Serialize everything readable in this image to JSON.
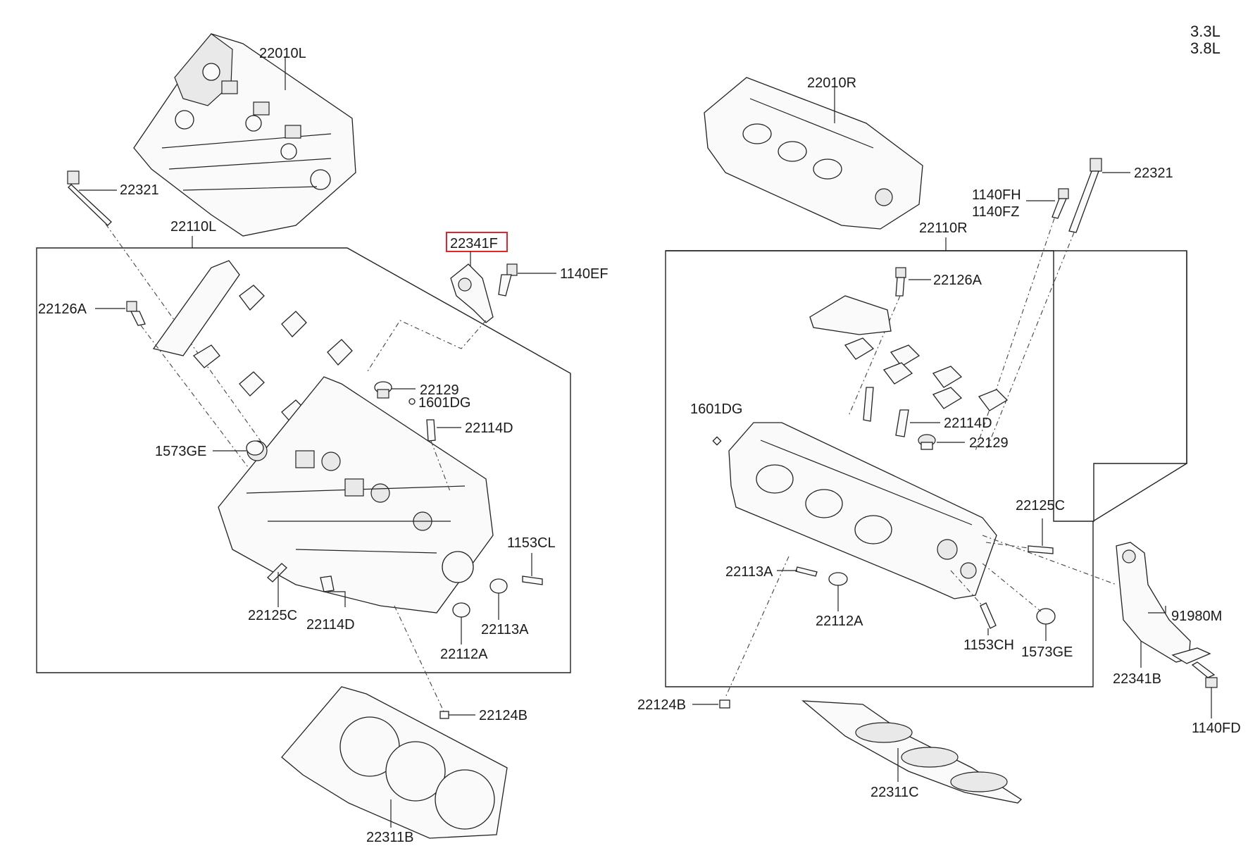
{
  "engine": {
    "line1": "3.3L",
    "line2": "3.8L"
  },
  "left": {
    "head": "22010L",
    "bolt": "22321",
    "assembly": "22110L",
    "bracket": "22341F",
    "bracket_bolt": "1140EF",
    "cap_bolt": "22126A",
    "plug": "22129",
    "plug_small": "1601DG",
    "guide_upper": "22114D",
    "cap_plug": "1573GE",
    "stud_right": "1153CL",
    "stud_left": "22125C",
    "guide_lower": "22114D",
    "seal_a": "22113A",
    "seal_b": "22112A",
    "pin": "22124B",
    "gasket": "22311B"
  },
  "right": {
    "head": "22010R",
    "bolt": "22321",
    "bolt2_a": "1140FH",
    "bolt2_b": "1140FZ",
    "assembly": "22110R",
    "cap_bolt": "22126A",
    "plug_small": "1601DG",
    "guide": "22114D",
    "plug": "22129",
    "stud_upper": "22125C",
    "seal_a": "22113A",
    "seal_b": "22112A",
    "stud_lower": "1153CH",
    "cap_plug": "1573GE",
    "bracket_m": "91980M",
    "bracket_b": "22341B",
    "pin": "22124B",
    "bolt_fd": "1140FD",
    "gasket": "22311C"
  },
  "highlight_color": "#e0262b"
}
